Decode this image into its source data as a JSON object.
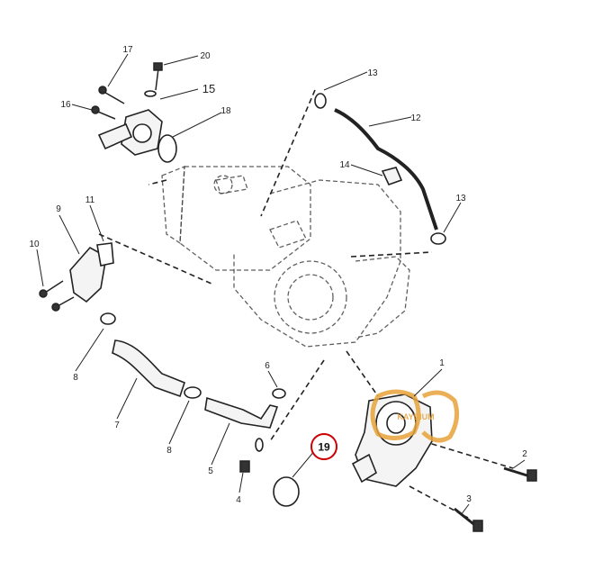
{
  "callouts": {
    "c1": "1",
    "c2": "2",
    "c3": "3",
    "c4": "4",
    "c5": "5",
    "c6": "6",
    "c7": "7",
    "c8a": "8",
    "c8b": "8",
    "c9": "9",
    "c10": "10",
    "c11": "11",
    "c12": "12",
    "c13a": "13",
    "c13b": "13",
    "c14": "14",
    "c15": "15",
    "c16": "16",
    "c17": "17",
    "c18": "18",
    "c19": "19",
    "c20": "20"
  },
  "highlight_color": "#cc0000",
  "watermark": {
    "text": "KAYDIUM",
    "color": "#e8a33a"
  }
}
